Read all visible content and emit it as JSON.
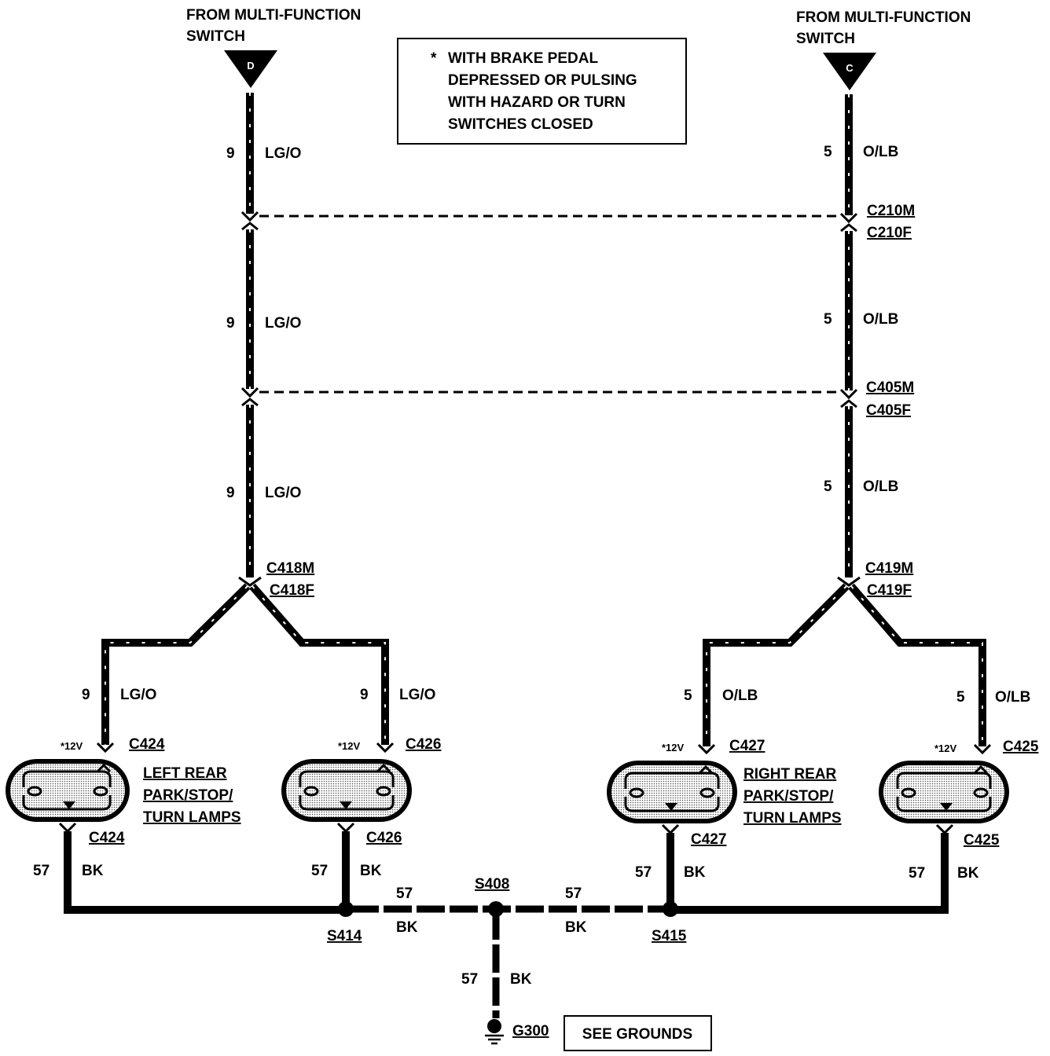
{
  "sources": {
    "left_label": "FROM MULTI-FUNCTION SWITCH",
    "left_line1": "FROM MULTI-FUNCTION",
    "left_line2": "SWITCH",
    "left_pin": "D",
    "right_line1": "FROM MULTI-FUNCTION",
    "right_line2": "SWITCH",
    "right_pin": "C"
  },
  "note": {
    "star": "*",
    "line1": "WITH BRAKE PEDAL",
    "line2": "DEPRESSED OR PULSING",
    "line3": "WITH HAZARD OR TURN",
    "line4": "SWITCHES CLOSED"
  },
  "left_circuit": {
    "number": "9",
    "color": "LG/O"
  },
  "right_circuit": {
    "number": "5",
    "color": "O/LB"
  },
  "ground_circuit": {
    "number": "57",
    "color": "BK"
  },
  "connectors": {
    "c210m": "C210M",
    "c210f": "C210F",
    "c405m": "C405M",
    "c405f": "C405F",
    "c418m": "C418M",
    "c418f": "C418F",
    "c419m": "C419M",
    "c419f": "C419F",
    "c424": "C424",
    "c426": "C426",
    "c427": "C427",
    "c425": "C425"
  },
  "voltage_note": "*12V",
  "lamps": {
    "left_line1": "LEFT REAR",
    "left_line2": "PARK/STOP/",
    "left_line3": "TURN LAMPS",
    "right_line1": "RIGHT REAR",
    "right_line2": "PARK/STOP/",
    "right_line3": "TURN LAMPS"
  },
  "splices": {
    "s414": "S414",
    "s408": "S408",
    "s415": "S415"
  },
  "ground": {
    "id": "G300",
    "button": "SEE GROUNDS"
  }
}
